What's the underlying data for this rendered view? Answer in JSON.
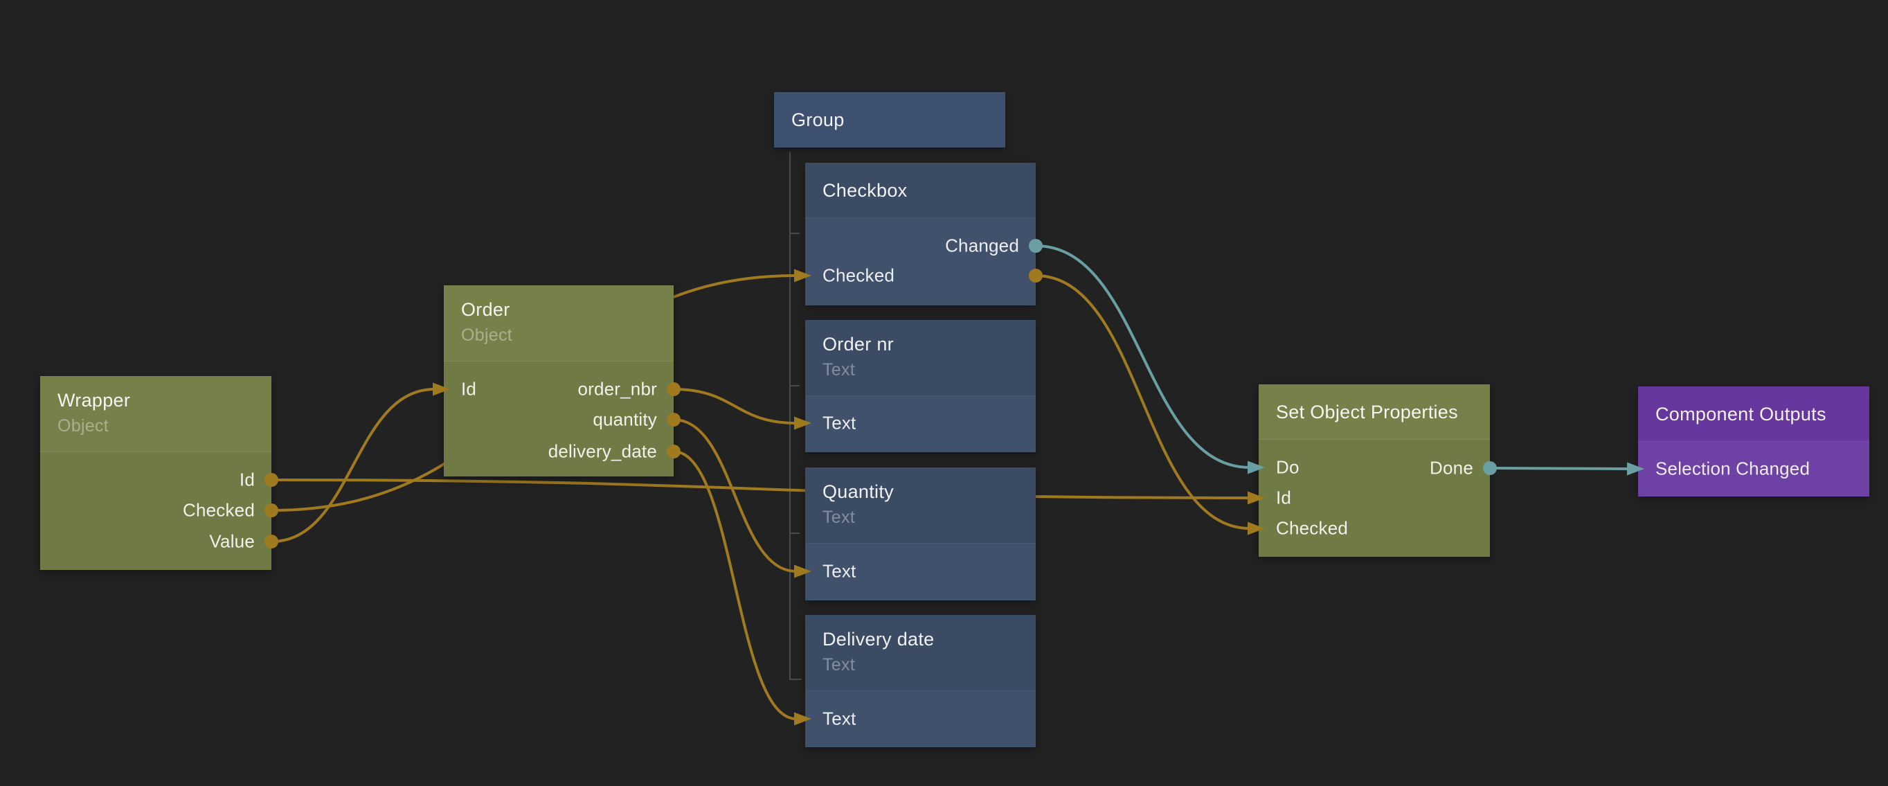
{
  "editor": {
    "background_color": "#222222",
    "wire_gold_color": "#a07a1f",
    "wire_signal_color": "#6aa0a4",
    "tree_connector_color": "#4a4a4a"
  },
  "nodes": [
    {
      "title": "Wrapper",
      "subtitle": "Object",
      "theme": "olive",
      "ports": [
        {
          "label": "Id",
          "dir": "output"
        },
        {
          "label": "Checked",
          "dir": "output"
        },
        {
          "label": "Value",
          "dir": "output"
        }
      ]
    },
    {
      "title": "Order",
      "subtitle": "Object",
      "theme": "olive",
      "ports": [
        {
          "label": "Id",
          "dir": "input"
        },
        {
          "label": "order_nbr",
          "dir": "output"
        },
        {
          "label": "quantity",
          "dir": "output"
        },
        {
          "label": "delivery_date",
          "dir": "output"
        }
      ]
    },
    {
      "title": "Group",
      "subtitle": "",
      "theme": "blue",
      "ports": []
    },
    {
      "title": "Checkbox",
      "subtitle": "",
      "theme": "blue",
      "ports": [
        {
          "label": "Changed",
          "dir": "output"
        },
        {
          "label": "Checked",
          "dir": "input-output"
        }
      ]
    },
    {
      "title": "Order nr",
      "subtitle": "Text",
      "theme": "blue",
      "ports": [
        {
          "label": "Text",
          "dir": "input"
        }
      ]
    },
    {
      "title": "Quantity",
      "subtitle": "Text",
      "theme": "blue",
      "ports": [
        {
          "label": "Text",
          "dir": "input"
        }
      ]
    },
    {
      "title": "Delivery date",
      "subtitle": "Text",
      "theme": "blue",
      "ports": [
        {
          "label": "Text",
          "dir": "input"
        }
      ]
    },
    {
      "title": "Set Object Properties",
      "subtitle": "",
      "theme": "olive",
      "ports": [
        {
          "label": "Do",
          "dir": "input"
        },
        {
          "label": "Id",
          "dir": "input"
        },
        {
          "label": "Checked",
          "dir": "input"
        },
        {
          "label": "Done",
          "dir": "output"
        }
      ]
    },
    {
      "title": "Component Outputs",
      "subtitle": "",
      "theme": "purple",
      "ports": [
        {
          "label": "Selection Changed",
          "dir": "input"
        }
      ]
    }
  ],
  "connections": [
    {
      "from": "Wrapper.Id",
      "to": "Set Object Properties.Id",
      "color": "gold"
    },
    {
      "from": "Wrapper.Checked",
      "to": "Checkbox.Checked",
      "color": "gold"
    },
    {
      "from": "Wrapper.Value",
      "to": "Order.Id",
      "color": "gold"
    },
    {
      "from": "Order.order_nbr",
      "to": "Order nr.Text",
      "color": "gold"
    },
    {
      "from": "Order.quantity",
      "to": "Quantity.Text",
      "color": "gold"
    },
    {
      "from": "Order.delivery_date",
      "to": "Delivery date.Text",
      "color": "gold"
    },
    {
      "from": "Checkbox.Changed",
      "to": "Set Object Properties.Do",
      "color": "signal"
    },
    {
      "from": "Checkbox.Checked",
      "to": "Set Object Properties.Checked",
      "color": "gold"
    },
    {
      "from": "Set Object Properties.Done",
      "to": "Component Outputs.Selection Changed",
      "color": "signal"
    }
  ],
  "group_children": [
    "Checkbox",
    "Order nr",
    "Quantity",
    "Delivery date"
  ]
}
